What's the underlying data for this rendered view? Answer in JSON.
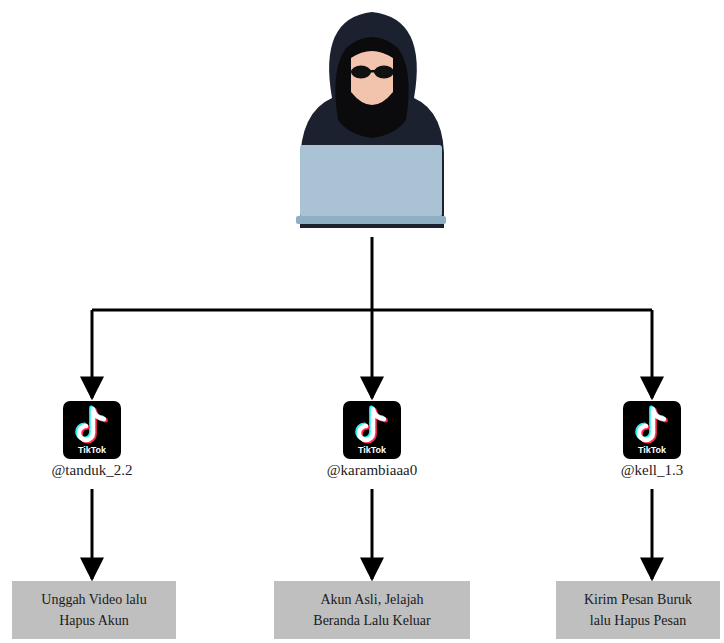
{
  "diagram": {
    "nodes": [
      {
        "text": [
          "TikTok",
          "@tanduk_2.2"
        ]
      },
      {
        "text": [
          "TikTok",
          "@karambiaaa0"
        ]
      },
      {
        "text": [
          "TikTok",
          "@kell_1.3"
        ]
      },
      {
        "text": [
          "Unggah Video lalu Hapus Akun"
        ]
      },
      {
        "text": [
          "Akun Asli, Jelajah Beranda Lalu Keluar"
        ]
      },
      {
        "text": [
          "Kirim Pesan Buruk lalu Hapus Pesan"
        ]
      }
    ],
    "edges": [
      {
        "from": 0,
        "to": 3,
        "arrow": "to"
      },
      {
        "from": 1,
        "to": 4,
        "arrow": "to"
      },
      {
        "from": 2,
        "to": 5,
        "arrow": "to"
      }
    ]
  }
}
